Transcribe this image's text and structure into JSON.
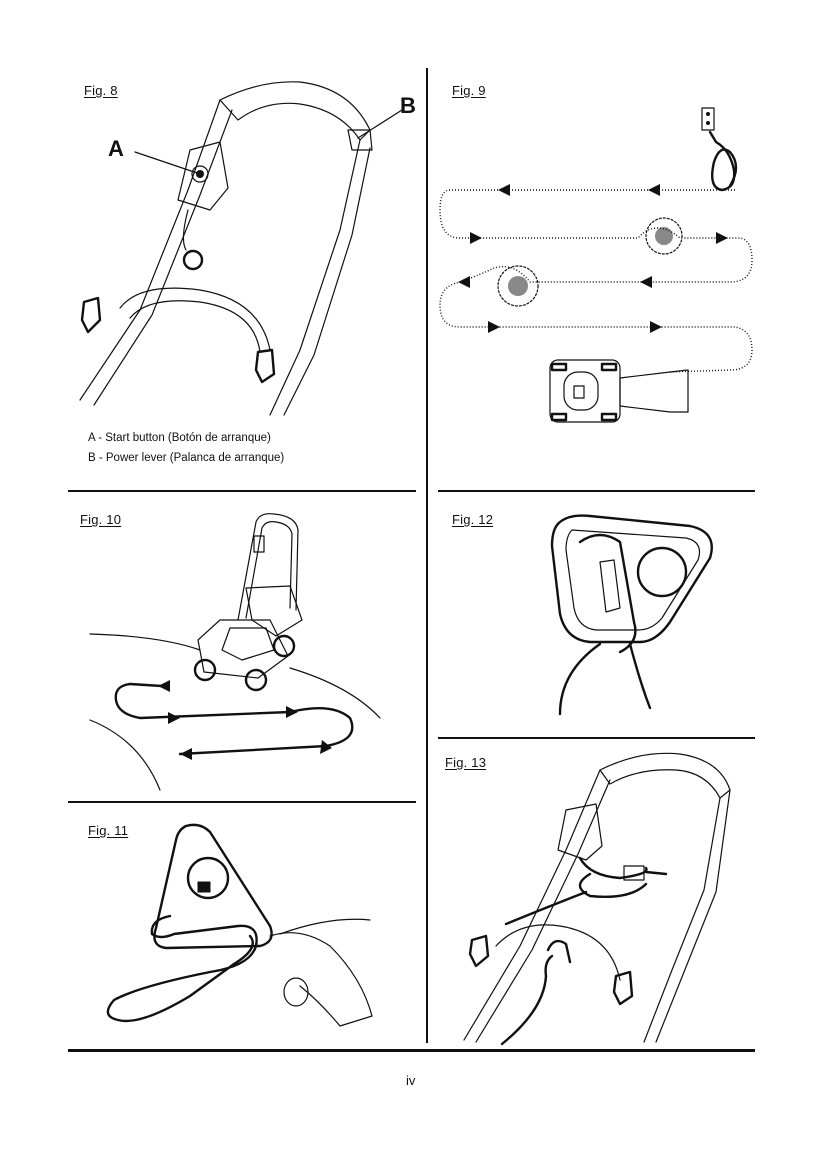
{
  "figures": {
    "fig8": {
      "label": "Fig. 8",
      "callout_a": "A",
      "callout_b": "B",
      "legend": [
        "A - Start button (Botón de arranque)",
        "B - Power lever (Palanca de arranque)"
      ]
    },
    "fig9": {
      "label": "Fig. 9"
    },
    "fig10": {
      "label": "Fig. 10"
    },
    "fig11": {
      "label": "Fig. 11"
    },
    "fig12": {
      "label": "Fig. 12"
    },
    "fig13": {
      "label": "Fig. 13"
    }
  },
  "page_number": "iv",
  "icons": [
    "mower-handle-illustration",
    "mowing-pattern-diagram",
    "mower-illustration",
    "cord-strain-relief-illustration",
    "extension-cord-illustration"
  ]
}
